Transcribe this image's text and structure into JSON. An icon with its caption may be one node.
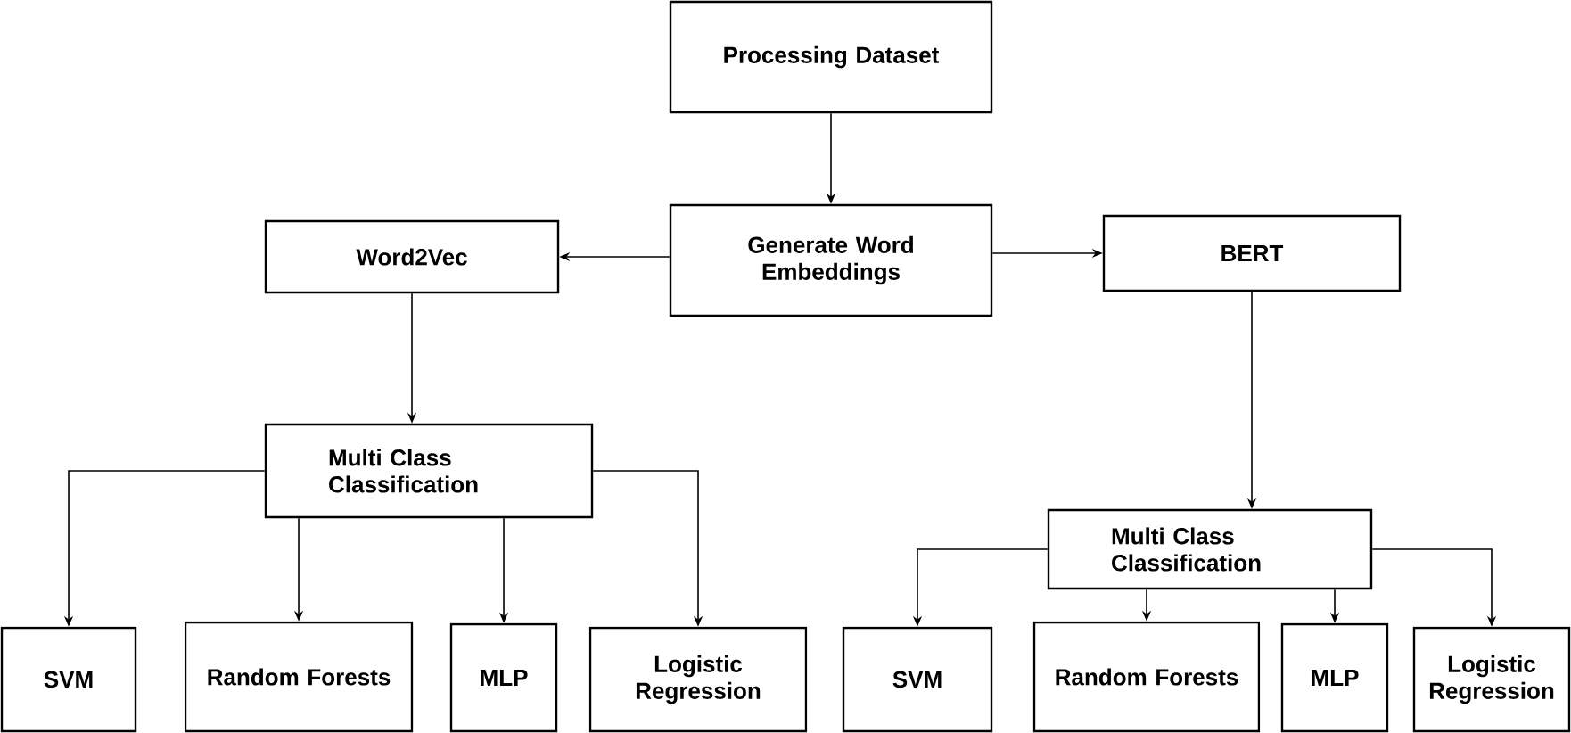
{
  "diagram": {
    "nodes": [
      {
        "text": [
          "Processing Dataset"
        ]
      },
      {
        "text": [
          "Generate Word Embeddings"
        ]
      },
      {
        "text": [
          "Word2Vec"
        ]
      },
      {
        "text": [
          "BERT"
        ]
      },
      {
        "text": [
          "Multi Class Classification"
        ]
      },
      {
        "text": [
          "Multi Class Classification"
        ]
      },
      {
        "text": [
          "SVM"
        ]
      },
      {
        "text": [
          "Random Forests"
        ]
      },
      {
        "text": [
          "MLP"
        ]
      },
      {
        "text": [
          "Logistic Regression"
        ]
      },
      {
        "text": [
          "SVM"
        ]
      },
      {
        "text": [
          "Random Forests"
        ]
      },
      {
        "text": [
          "MLP"
        ]
      },
      {
        "text": [
          "Logistic Regression"
        ]
      }
    ],
    "edges": [
      {
        "from": 0,
        "to": 1,
        "arrow": "to"
      },
      {
        "from": 1,
        "to": 2,
        "arrow": "to"
      },
      {
        "from": 1,
        "to": 3,
        "arrow": "to"
      },
      {
        "from": 2,
        "to": 4,
        "arrow": "to"
      },
      {
        "from": 3,
        "to": 5,
        "arrow": "to"
      },
      {
        "from": 4,
        "to": 6,
        "arrow": "to"
      },
      {
        "from": 4,
        "to": 7,
        "arrow": "to"
      },
      {
        "from": 4,
        "to": 8,
        "arrow": "to"
      },
      {
        "from": 4,
        "to": 9,
        "arrow": "to"
      },
      {
        "from": 5,
        "to": 10,
        "arrow": "to"
      },
      {
        "from": 5,
        "to": 11,
        "arrow": "to"
      },
      {
        "from": 5,
        "to": 12,
        "arrow": "to"
      },
      {
        "from": 5,
        "to": 13,
        "arrow": "to"
      }
    ]
  }
}
